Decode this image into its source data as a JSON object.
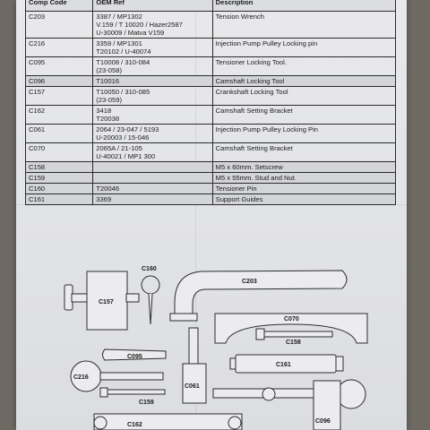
{
  "table": {
    "headers": [
      "Comp Code",
      "OEM Ref",
      "Description"
    ],
    "rows": [
      {
        "code": "C203",
        "oem": "3387 / MP1302\nV.159 / T 10020 / Hazer2587\nU-30009 / Matva V159",
        "desc": "Tension Wrench"
      },
      {
        "code": "C216",
        "oem": "3359 / MP1301\nT20102 / U-40074",
        "desc": "Injection Pump Pulley Locking pin"
      },
      {
        "code": "C095",
        "oem": "T10008 / 310-084\n(23-058)",
        "desc": "Tensioner Locking Tool."
      },
      {
        "code": "C096",
        "oem": "T10016",
        "desc": "Camshaft Locking Tool"
      },
      {
        "code": "C157",
        "oem": "T10050 / 310-085\n(23-059)",
        "desc": "Crankshaft Locking Tool"
      },
      {
        "code": "C162",
        "oem": "3418\nT20038",
        "desc": "Camshaft Setting Bracket"
      },
      {
        "code": "C061",
        "oem": "2064 / 23-047 / 5193\nU-20003 / 15-046",
        "desc": "Injection Pump Pulley Locking Pin"
      },
      {
        "code": "C070",
        "oem": "2065A / 21-105\nU-40021 / MP1 300",
        "desc": "Camshaft Setting Bracket"
      },
      {
        "code": "C158",
        "oem": "",
        "desc": "M5 x 60mm. Setscrew"
      },
      {
        "code": "C159",
        "oem": "",
        "desc": "M5 x 55mm. Stud and Nut."
      },
      {
        "code": "C160",
        "oem": "T20046",
        "desc": "Tensioner Pin"
      },
      {
        "code": "C161",
        "oem": "3369",
        "desc": "Support Guides"
      }
    ]
  },
  "diagram": {
    "labels": {
      "c160": "C160",
      "c203": "C203",
      "c157": "C157",
      "c070": "C070",
      "c158": "C158",
      "c095": "C095",
      "c216": "C216",
      "c161": "C161",
      "c061": "C061",
      "c159": "C159",
      "c162": "C162",
      "c096": "C096"
    }
  }
}
